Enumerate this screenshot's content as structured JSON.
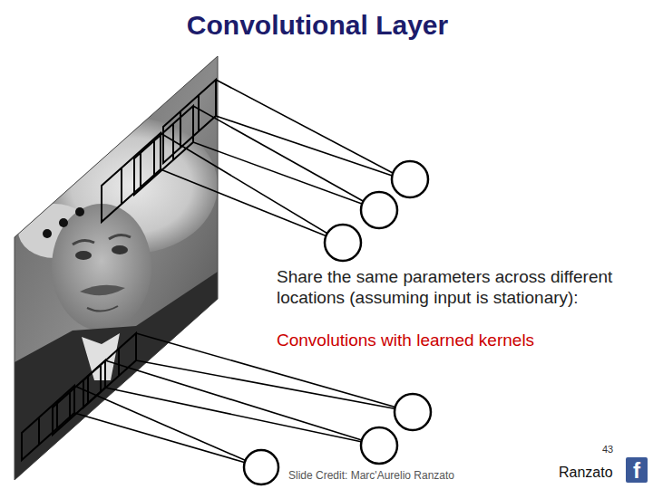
{
  "diagram": {
    "title": "Convolutional Layer",
    "labels": [
      "Share the same parameters across different locations (assuming input is stationary):",
      "Convolutions with learned kernels",
      "43",
      "Slide Credit: Marc'Aurelio Ranzato",
      "Ranzato",
      "f"
    ]
  }
}
